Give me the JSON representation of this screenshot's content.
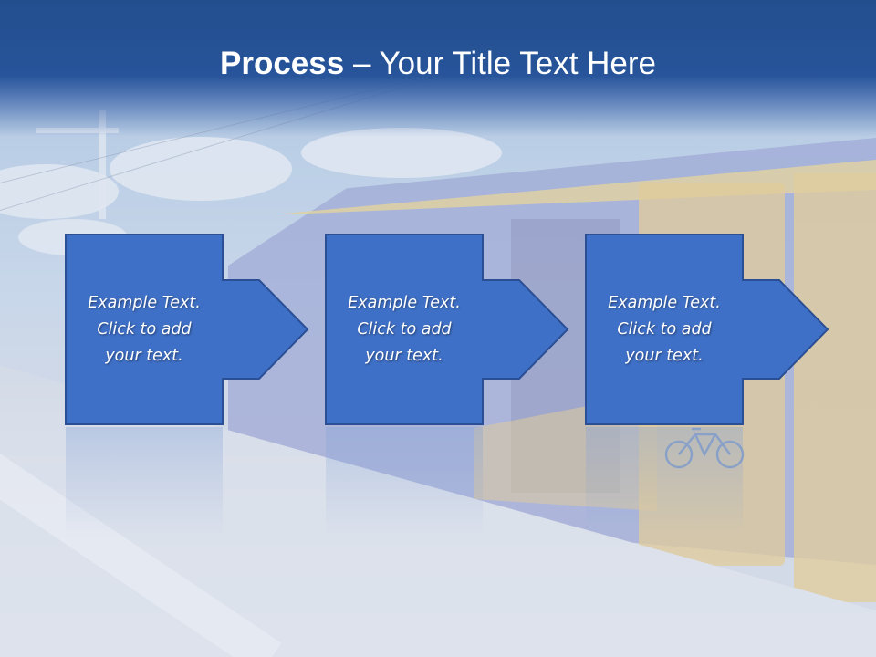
{
  "slide": {
    "title_bold": "Process",
    "title_rest": " – Your Title Text Here"
  },
  "steps": [
    {
      "text": "Example Text.\nClick  to add\nyour text."
    },
    {
      "text": "Example Text.\nClick  to add\nyour text."
    },
    {
      "text": "Example Text.\nClick  to add\nyour text."
    }
  ],
  "colors": {
    "header": "#27549a",
    "shape_fill": "#3f70c7",
    "shape_border": "#2a4f94"
  }
}
